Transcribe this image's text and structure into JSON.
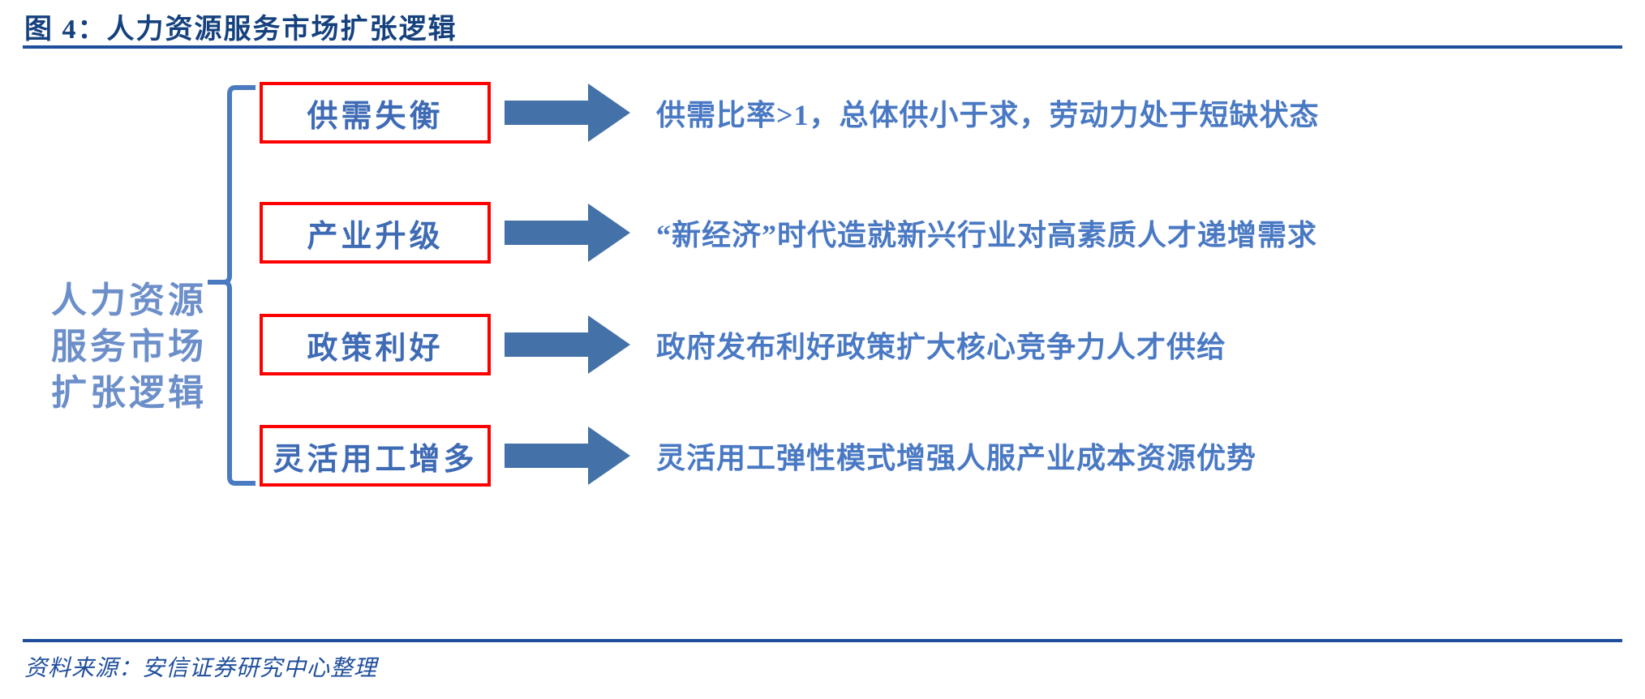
{
  "figure": {
    "title": "图 4：人力资源服务市场扩张逻辑",
    "source": "资料来源：安信证券研究中心整理"
  },
  "colors": {
    "title_blue": "#15417E",
    "rule_blue": "#1F4E9C",
    "box_border_red": "#FF0000",
    "box_text_blue": "#3F6BB5",
    "desc_blue": "#4A79C4",
    "arrow_blue": "#4472A8",
    "brace_blue": "#4A7BC0",
    "group_label_blue": "#6C8FC9"
  },
  "diagram": {
    "type": "grouped-flow",
    "group_label_lines": [
      "人力资源",
      "服务市场",
      "扩张逻辑"
    ],
    "brace": "left-curly-brace",
    "rows": [
      {
        "box_label": "供需失衡",
        "arrow": "right-block-arrow-icon",
        "description": "供需比率>1，总体供小于求，劳动力处于短缺状态"
      },
      {
        "box_label": "产业升级",
        "arrow": "right-block-arrow-icon",
        "description": "“新经济”时代造就新兴行业对高素质人才递增需求"
      },
      {
        "box_label": "政策利好",
        "arrow": "right-block-arrow-icon",
        "description": "政府发布利好政策扩大核心竞争力人才供给"
      },
      {
        "box_label": "灵活用工增多",
        "arrow": "right-block-arrow-icon",
        "description": "灵活用工弹性模式增强人服产业成本资源优势"
      }
    ]
  }
}
